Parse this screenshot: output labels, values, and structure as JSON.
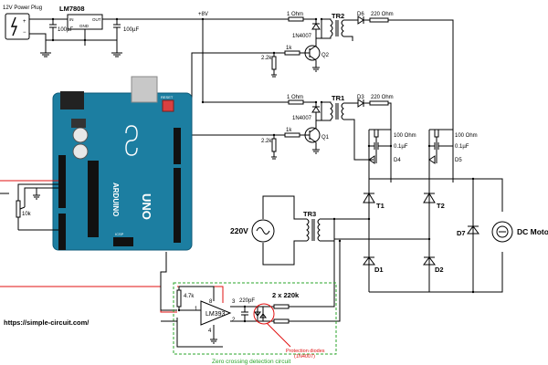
{
  "power": {
    "plug_label": "12V Power Plug",
    "regulator_label": "LM7808",
    "reg_in": "IN",
    "reg_out": "OUT",
    "reg_gnd": "GND",
    "cap1": "100µF",
    "cap2": "100µF",
    "vplus": "+8V"
  },
  "tr2_section": {
    "r_1ohm": "1 Ohm",
    "tr": "TR2",
    "diode": "D6",
    "r_220": "220 Ohm",
    "diode_1n": "1N4007",
    "r_1k": "1k",
    "r_2k2": "2.2k",
    "transistor": "Q2"
  },
  "tr1_section": {
    "r_1ohm": "1 Ohm",
    "tr": "TR1",
    "diode": "D3",
    "r_220": "220 Ohm",
    "diode_1n": "1N4007",
    "r_1k": "1k",
    "r_2k2": "2.2k",
    "transistor": "Q1"
  },
  "gate_left": {
    "r": "100 Ohm",
    "c": "0.1µF",
    "d": "D4"
  },
  "gate_right": {
    "r": "100 Ohm",
    "c": "0.1µF",
    "d": "D5"
  },
  "power_stage": {
    "t1": "T1",
    "t2": "T2",
    "tr3": "TR3",
    "mains": "220V",
    "d7": "D7",
    "d1": "D1",
    "d2": "D2",
    "motor": "DC Motor"
  },
  "pot": {
    "label": "10k"
  },
  "arduino": {
    "brand": "ARDUINO",
    "model": "UNO",
    "reset": "RESET",
    "icsp": "ICSP"
  },
  "zero_cross": {
    "r_47k": "4.7k",
    "pin8": "8",
    "pin1": "1",
    "pin3": "3",
    "pin2": "2",
    "pin4": "4",
    "ic": "LM393",
    "cap": "220pF",
    "r_220k": "2 x 220k",
    "note_line1": "Protection diodes",
    "note_line2": "(1N4007)",
    "caption": "Zero crossing detection circuit"
  },
  "website": "https://simple-circuit.com/"
}
